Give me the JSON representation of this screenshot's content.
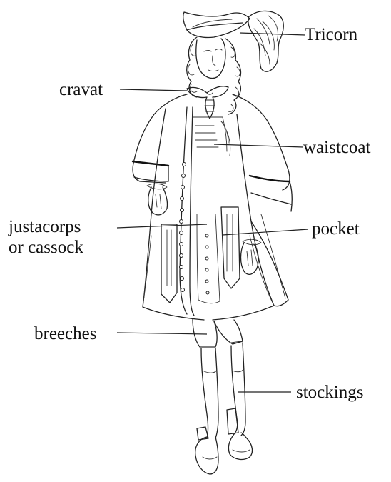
{
  "labels": {
    "tricorn": "Tricorn",
    "cravat": "cravat",
    "waistcoat": "waistcoat",
    "justacorps_line1": "justacorps",
    "justacorps_line2": "or cassock",
    "pocket": "pocket",
    "breeches": "breeches",
    "stockings": "stockings"
  },
  "colors": {
    "ink": "#222222",
    "background": "#ffffff"
  }
}
